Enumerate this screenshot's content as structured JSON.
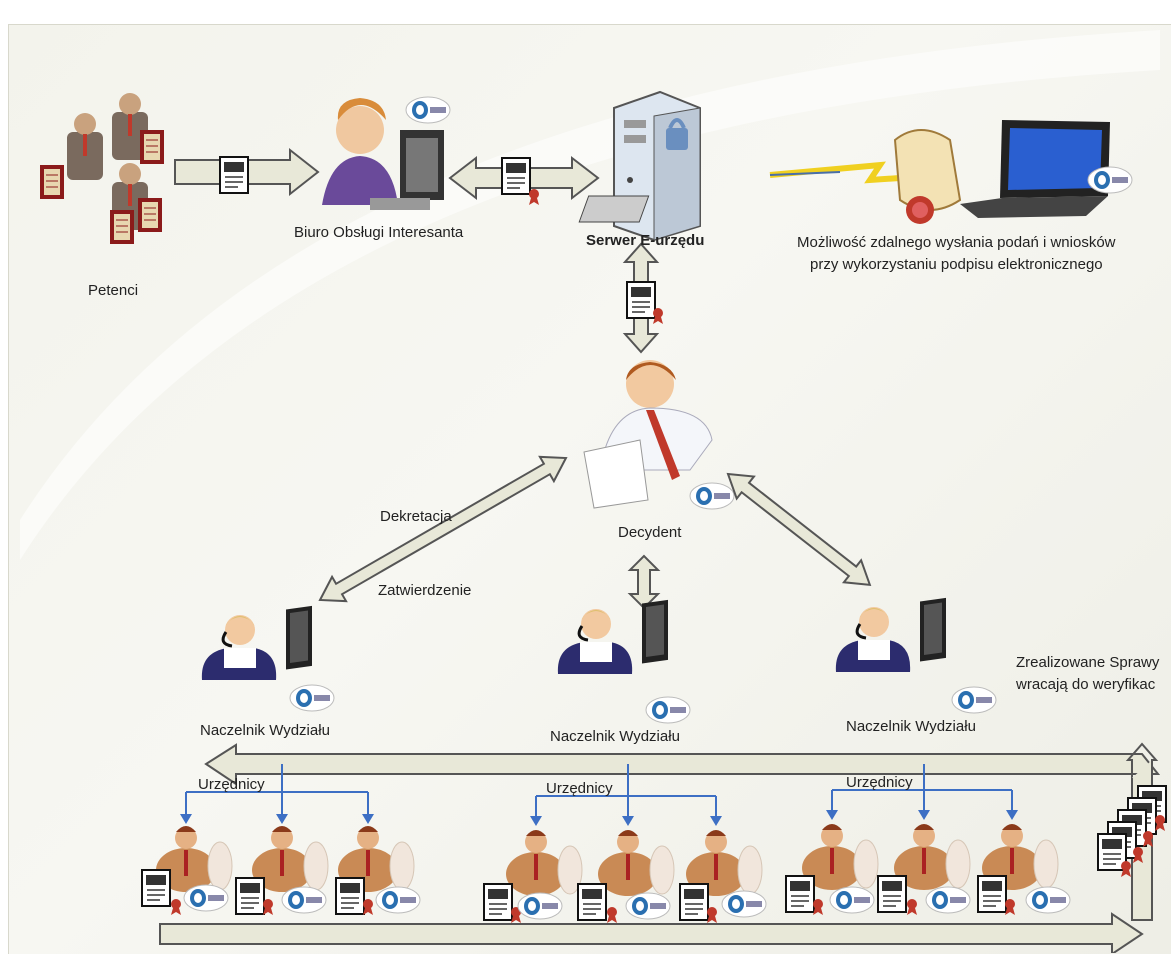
{
  "header": {
    "title": "...y ... p..."
  },
  "labels": {
    "petenci": "Petenci",
    "biuro": "Biuro Obsługi Interesanta",
    "serwer": "Serwer E-urzędu",
    "mozliwosc_line1": "Możliwość zdalnego wysłania podań i wniosków",
    "mozliwosc_line2": "przy wykorzystaniu podpisu elektronicznego",
    "decydent": "Decydent",
    "dekretacja": "Dekretacja",
    "zatwierdzenie": "Zatwierdzenie",
    "naczelnik_1": "Naczelnik Wydziału",
    "naczelnik_2": "Naczelnik Wydziału",
    "naczelnik_3": "Naczelnik Wydziału",
    "urzednicy_1": "Urzędnicy",
    "urzednicy_2": "Urzędnicy",
    "urzednicy_3": "Urzędnicy",
    "zrealizowane_line1": "Zrealizowane Sprawy",
    "zrealizowane_line2": "wracają do weryfikac"
  },
  "colors": {
    "arrow_fill": "#e8e8d8",
    "arrow_stroke": "#555555",
    "blue_connector": "#3d6fc4",
    "person_shirt": "#ffffff",
    "person_vest": "#2c2c6e",
    "petitioner_suit": "#7a6a5e",
    "document_red": "#8b1a1a"
  },
  "icons": [
    "document-icon",
    "seal-icon",
    "server-icon",
    "laptop-icon",
    "certificate-icon",
    "lightning-icon",
    "logo-badge-icon",
    "computer-monitor-icon"
  ]
}
